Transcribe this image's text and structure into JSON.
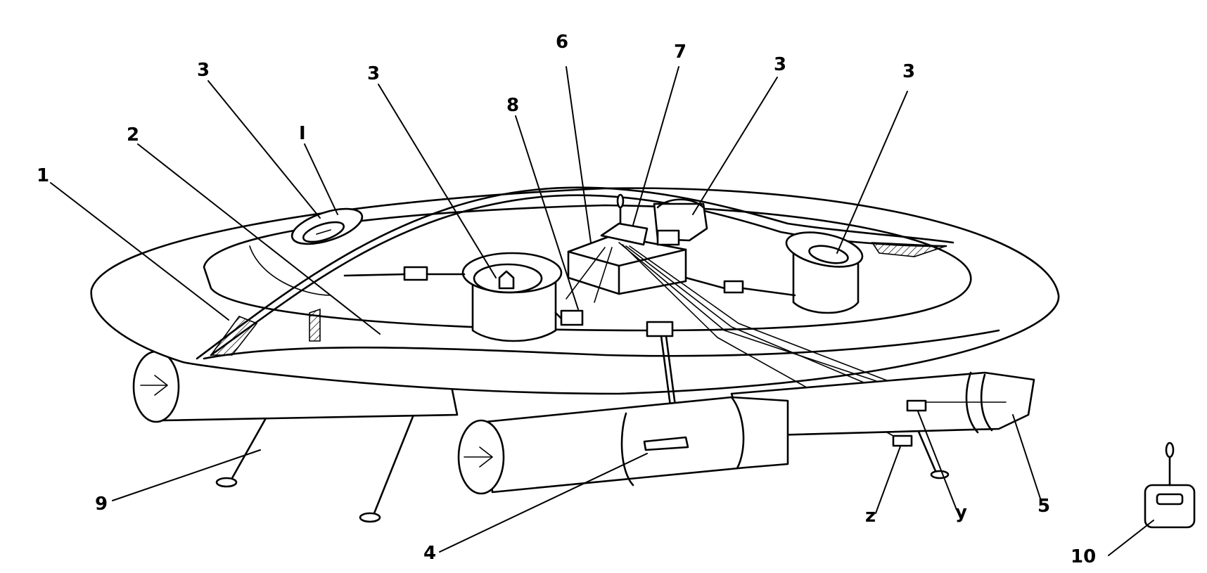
{
  "labels": {
    "l1": "1",
    "l2": "2",
    "l3a": "3",
    "l3b": "3",
    "l3c": "3",
    "l3d": "3",
    "lI": "I",
    "l4": "4",
    "l5": "5",
    "l6": "6",
    "l7": "7",
    "l8": "8",
    "l9": "9",
    "l10": "10",
    "lz": "z",
    "ly": "y"
  }
}
